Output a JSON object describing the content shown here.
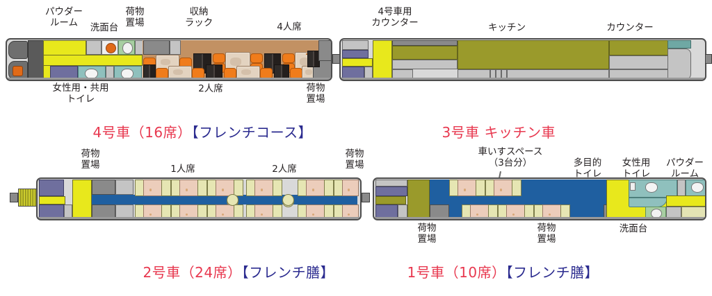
{
  "diagram": {
    "title": "TOHOKU EMOTION train car floor plans",
    "colors": {
      "caption_red": "#e8384f",
      "caption_blue": "#2b2b8f",
      "label_text": "#231f20",
      "body_fill": "#d9d9d9",
      "body_outline": "#4d4d4d",
      "yellow_service": "#e8e81c",
      "olive_counter": "#9a9a2b",
      "aisle_blue": "#1f5fa0",
      "dining_floor_brown": "#c29163",
      "seat_orange": "#f07c1b",
      "seat_cream": "#e6e6b3",
      "table_stone": "#e3d3c0",
      "purple_vestibule": "#6f6f9e",
      "teal_washroom": "#8fc0bd"
    }
  },
  "cars": [
    {
      "id": "car4",
      "caption_red": "4号車（16席）",
      "caption_blue": "【フレンチコース】",
      "seats": "16",
      "meal": "フレンチコース",
      "labels_top": [
        {
          "text": "パウダー\nルーム",
          "name": "powder-room"
        },
        {
          "text": "洗面台",
          "name": "washbasin"
        },
        {
          "text": "荷物\n置場",
          "name": "luggage-space"
        },
        {
          "text": "収納\nラック",
          "name": "storage-rack"
        },
        {
          "text": "4人席",
          "name": "four-person-seat"
        }
      ],
      "labels_bottom": [
        {
          "text": "女性用・共用\nトイレ",
          "name": "womens-shared-toilet"
        },
        {
          "text": "2人席",
          "name": "two-person-seat"
        },
        {
          "text": "荷物\n置場",
          "name": "luggage-space"
        }
      ]
    },
    {
      "id": "car3",
      "caption_red": "3号車 キッチン車",
      "caption_blue": "",
      "seats": "",
      "meal": "キッチン車",
      "labels_top": [
        {
          "text": "4号車用\nカウンター",
          "name": "counter-for-car4"
        },
        {
          "text": "キッチン",
          "name": "kitchen"
        },
        {
          "text": "カウンター",
          "name": "counter"
        }
      ],
      "labels_bottom": []
    },
    {
      "id": "car2",
      "caption_red": "2号車（24席）",
      "caption_blue": "【フレンチ膳】",
      "seats": "24",
      "meal": "フレンチ膳",
      "labels_top": [
        {
          "text": "荷物\n置場",
          "name": "luggage-space"
        },
        {
          "text": "1人席",
          "name": "one-person-seat"
        },
        {
          "text": "2人席",
          "name": "two-person-seat"
        },
        {
          "text": "荷物\n置場",
          "name": "luggage-space"
        }
      ],
      "labels_bottom": []
    },
    {
      "id": "car1",
      "caption_red": "1号車（10席）",
      "caption_blue": "【フレンチ膳】",
      "seats": "10",
      "meal": "フレンチ膳",
      "labels_top": [
        {
          "text": "車いすスペース\n（3台分）",
          "name": "wheelchair-space"
        },
        {
          "text": "多目的\nトイレ",
          "name": "multipurpose-toilet"
        },
        {
          "text": "女性用\nトイレ",
          "name": "womens-toilet"
        },
        {
          "text": "パウダー\nルーム",
          "name": "powder-room"
        }
      ],
      "labels_bottom": [
        {
          "text": "荷物\n置場",
          "name": "luggage-space"
        },
        {
          "text": "荷物\n置場",
          "name": "luggage-space"
        },
        {
          "text": "洗面台",
          "name": "washbasin"
        }
      ]
    }
  ],
  "text": {
    "car4_powder_room": "パウダー\nルーム",
    "car4_washbasin": "洗面台",
    "car4_luggage_top": "荷物\n置場",
    "car4_storage_rack": "収納\nラック",
    "car4_four_seat": "4人席",
    "car4_toilet": "女性用・共用\nトイレ",
    "car4_two_seat": "2人席",
    "car4_luggage_bottom": "荷物\n置場",
    "car4_caption_red": "4号車（16席）",
    "car4_caption_blue": "【フレンチコース】",
    "car3_counter_for_car4": "4号車用\nカウンター",
    "car3_kitchen": "キッチン",
    "car3_counter": "カウンター",
    "car3_caption_red": "3号車 キッチン車",
    "car2_luggage_left": "荷物\n置場",
    "car2_one_seat": "1人席",
    "car2_two_seat": "2人席",
    "car2_luggage_right": "荷物\n置場",
    "car2_caption_red": "2号車（24席）",
    "car2_caption_blue": "【フレンチ膳】",
    "car1_wheelchair": "車いすスペース\n（3台分）",
    "car1_multipurpose_toilet": "多目的\nトイレ",
    "car1_womens_toilet": "女性用\nトイレ",
    "car1_powder_room": "パウダー\nルーム",
    "car1_luggage_left": "荷物\n置場",
    "car1_luggage_right": "荷物\n置場",
    "car1_washbasin": "洗面台",
    "car1_caption_red": "1号車（10席）",
    "car1_caption_blue": "【フレンチ膳】"
  }
}
